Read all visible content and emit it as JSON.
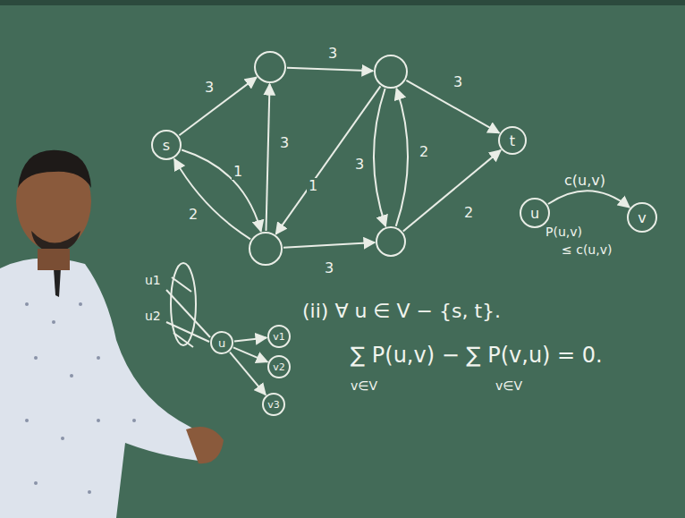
{
  "diagram": {
    "nodes": [
      {
        "text": [
          "s"
        ]
      },
      {
        "text": []
      },
      {
        "text": []
      },
      {
        "text": [
          "t"
        ]
      },
      {
        "text": []
      },
      {
        "text": []
      },
      {
        "text": [
          "u"
        ]
      },
      {
        "text": [
          "v"
        ]
      },
      {
        "text": [
          "u"
        ]
      },
      {
        "text": [
          "v1"
        ]
      },
      {
        "text": [
          "v2"
        ]
      },
      {
        "text": [
          "v3"
        ]
      }
    ],
    "edges": [
      {
        "from": 0,
        "to": 1,
        "arrow": "to",
        "label": "3"
      },
      {
        "from": 1,
        "to": 2,
        "arrow": "to",
        "label": "3"
      },
      {
        "from": 2,
        "to": 3,
        "arrow": "to",
        "label": "3"
      },
      {
        "from": 0,
        "to": 4,
        "arrow": "to",
        "label": "2"
      },
      {
        "from": 4,
        "to": 0,
        "arrow": "to",
        "label": "1"
      },
      {
        "from": 4,
        "to": 1,
        "arrow": "to",
        "label": "3"
      },
      {
        "from": 2,
        "to": 4,
        "arrow": "to",
        "label": "1"
      },
      {
        "from": 5,
        "to": 2,
        "arrow": "to",
        "label": "3"
      },
      {
        "from": 2,
        "to": 5,
        "arrow": "to",
        "label": "2"
      },
      {
        "from": 4,
        "to": 5,
        "arrow": "to",
        "label": "3"
      },
      {
        "from": 5,
        "to": 3,
        "arrow": "to",
        "label": "2"
      },
      {
        "from": 6,
        "to": 7,
        "arrow": "to",
        "label": "c(u,v)"
      },
      {
        "from": 8,
        "to": 9,
        "arrow": "to"
      },
      {
        "from": 8,
        "to": 10,
        "arrow": "to"
      },
      {
        "from": 8,
        "to": 11,
        "arrow": "to"
      }
    ],
    "labels": [
      "P(u,v)",
      "≤ c(u,v)",
      "u1",
      "u2",
      "(ii) ∀ u ∈ V − {s, t}.",
      "∑ P(u,v) − ∑ P(v,u) = 0.",
      "v∈V",
      "v∈V"
    ]
  }
}
